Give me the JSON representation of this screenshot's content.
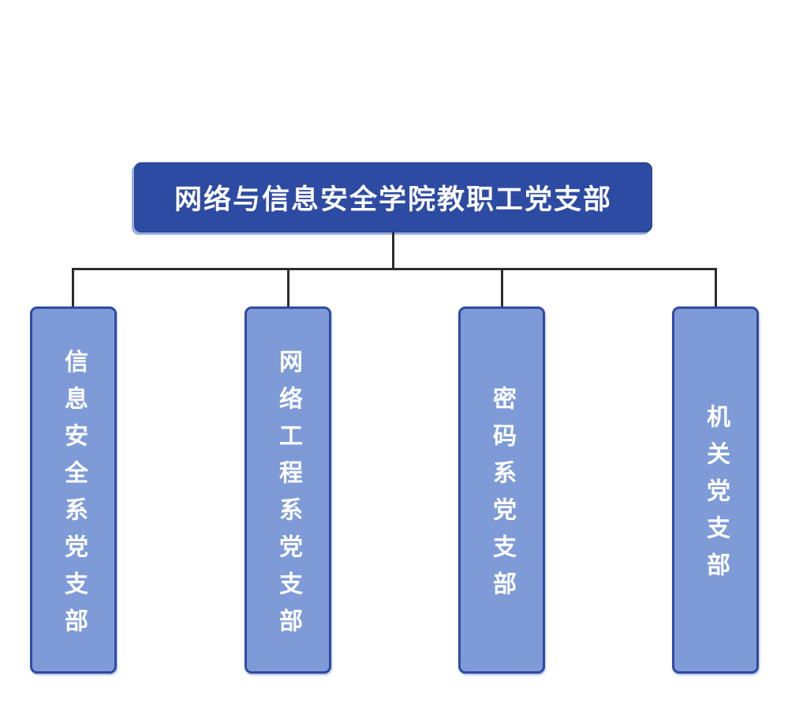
{
  "diagram": {
    "type": "org-chart",
    "root": {
      "label": "网络与信息安全学院教职工党支部"
    },
    "branches": [
      {
        "label": "信息安全系党支部"
      },
      {
        "label": "网络工程系党支部"
      },
      {
        "label": "密码系党支部"
      },
      {
        "label": "机关党支部"
      }
    ],
    "colors": {
      "root_fill": "#2e4ba3",
      "branch_fill": "#7e9bd8",
      "branch_border": "#2e4ba3",
      "text": "#ffffff",
      "connector_line": "#2d2d2d",
      "background": "#ffffff"
    }
  }
}
